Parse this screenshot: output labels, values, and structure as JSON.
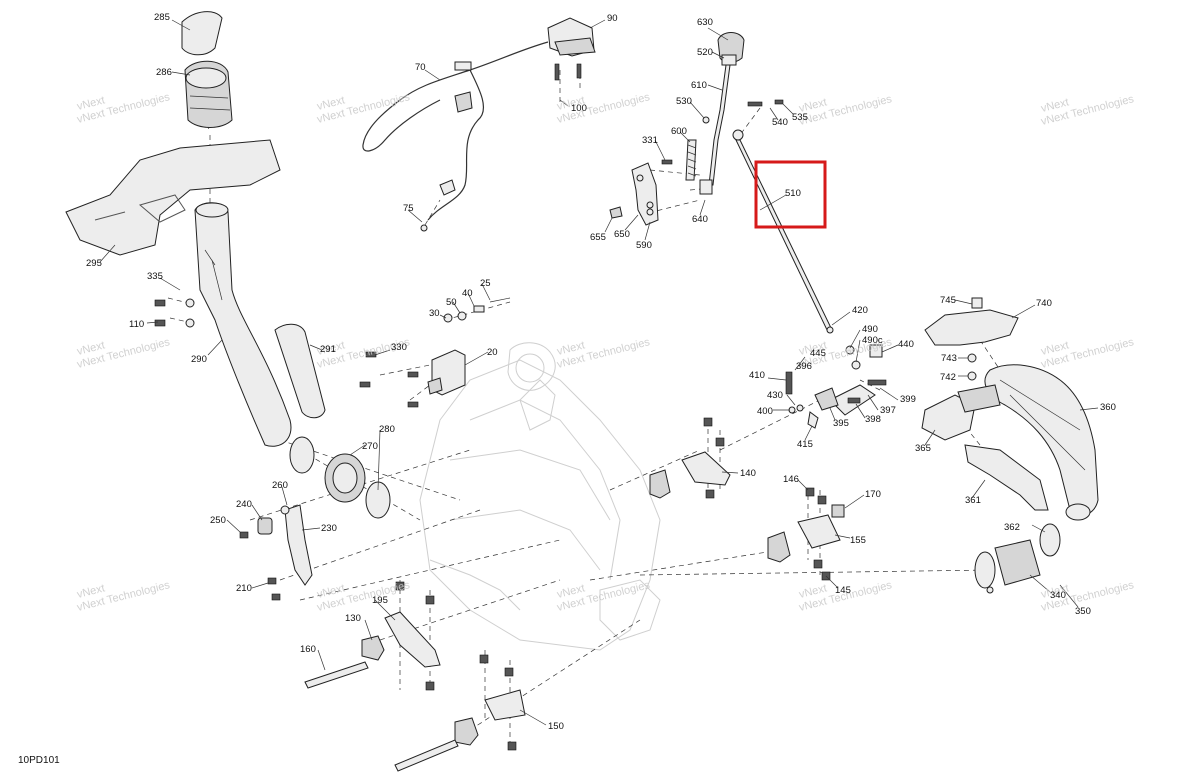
{
  "diagram": {
    "reference": "10PD101",
    "watermark": "vNext Technologies",
    "highlight_color": "#d61a1a",
    "highlighted_part": "510",
    "part_labels": [
      "285",
      "286",
      "295",
      "335",
      "110",
      "290",
      "291",
      "270",
      "280",
      "260",
      "240",
      "250",
      "230",
      "210",
      "90",
      "70",
      "75",
      "100",
      "330",
      "20",
      "30",
      "40",
      "50",
      "25",
      "195",
      "130",
      "160",
      "150",
      "630",
      "520",
      "610",
      "530",
      "600",
      "331",
      "655",
      "650",
      "590",
      "640",
      "540",
      "535",
      "510",
      "420",
      "490",
      "490c",
      "440",
      "445",
      "396",
      "410",
      "430",
      "400",
      "415",
      "395",
      "397",
      "398",
      "399",
      "140",
      "146",
      "170",
      "155",
      "145",
      "745",
      "740",
      "743",
      "742",
      "360",
      "365",
      "361",
      "362",
      "340",
      "350"
    ]
  }
}
